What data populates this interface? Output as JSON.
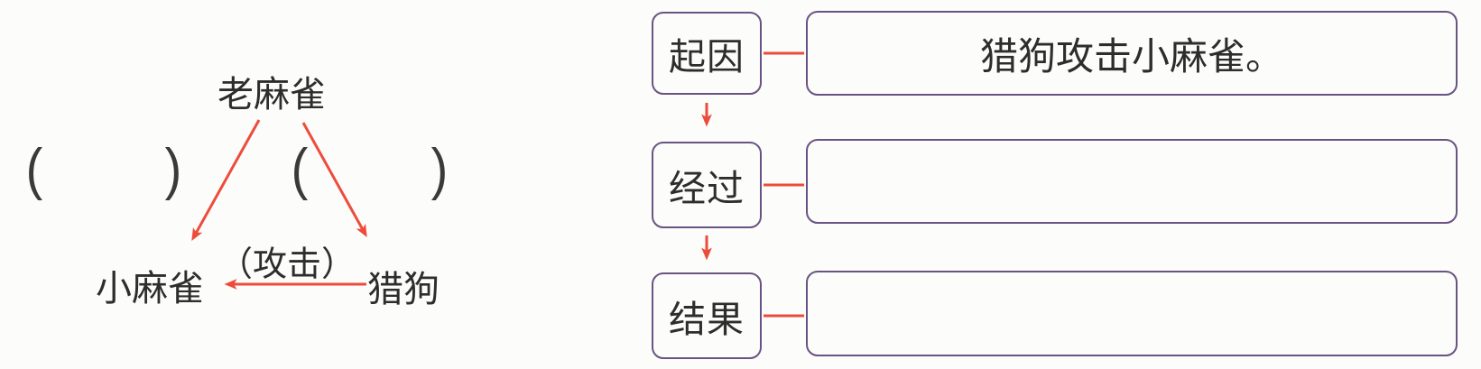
{
  "colors": {
    "background": "#fcfcfa",
    "text": "#2d2d2d",
    "box_border": "#6a5382",
    "arrow_red": "#ed4c3b"
  },
  "left_diagram": {
    "top_node": "老麻雀",
    "bottom_left_node": "小麻雀",
    "bottom_right_node": "猎狗",
    "attack_label": "（攻击）",
    "blank_open": "(",
    "blank_close": ")",
    "edges": [
      {
        "from": "老麻雀",
        "to": "小麻雀",
        "label": ""
      },
      {
        "from": "老麻雀",
        "to": "猎狗",
        "label": ""
      },
      {
        "from": "猎狗",
        "to": "小麻雀",
        "label": "（攻击）"
      }
    ]
  },
  "right_diagram": {
    "rows": [
      {
        "label": "起因",
        "content": "猎狗攻击小麻雀。"
      },
      {
        "label": "经过",
        "content": ""
      },
      {
        "label": "结果",
        "content": ""
      }
    ]
  }
}
